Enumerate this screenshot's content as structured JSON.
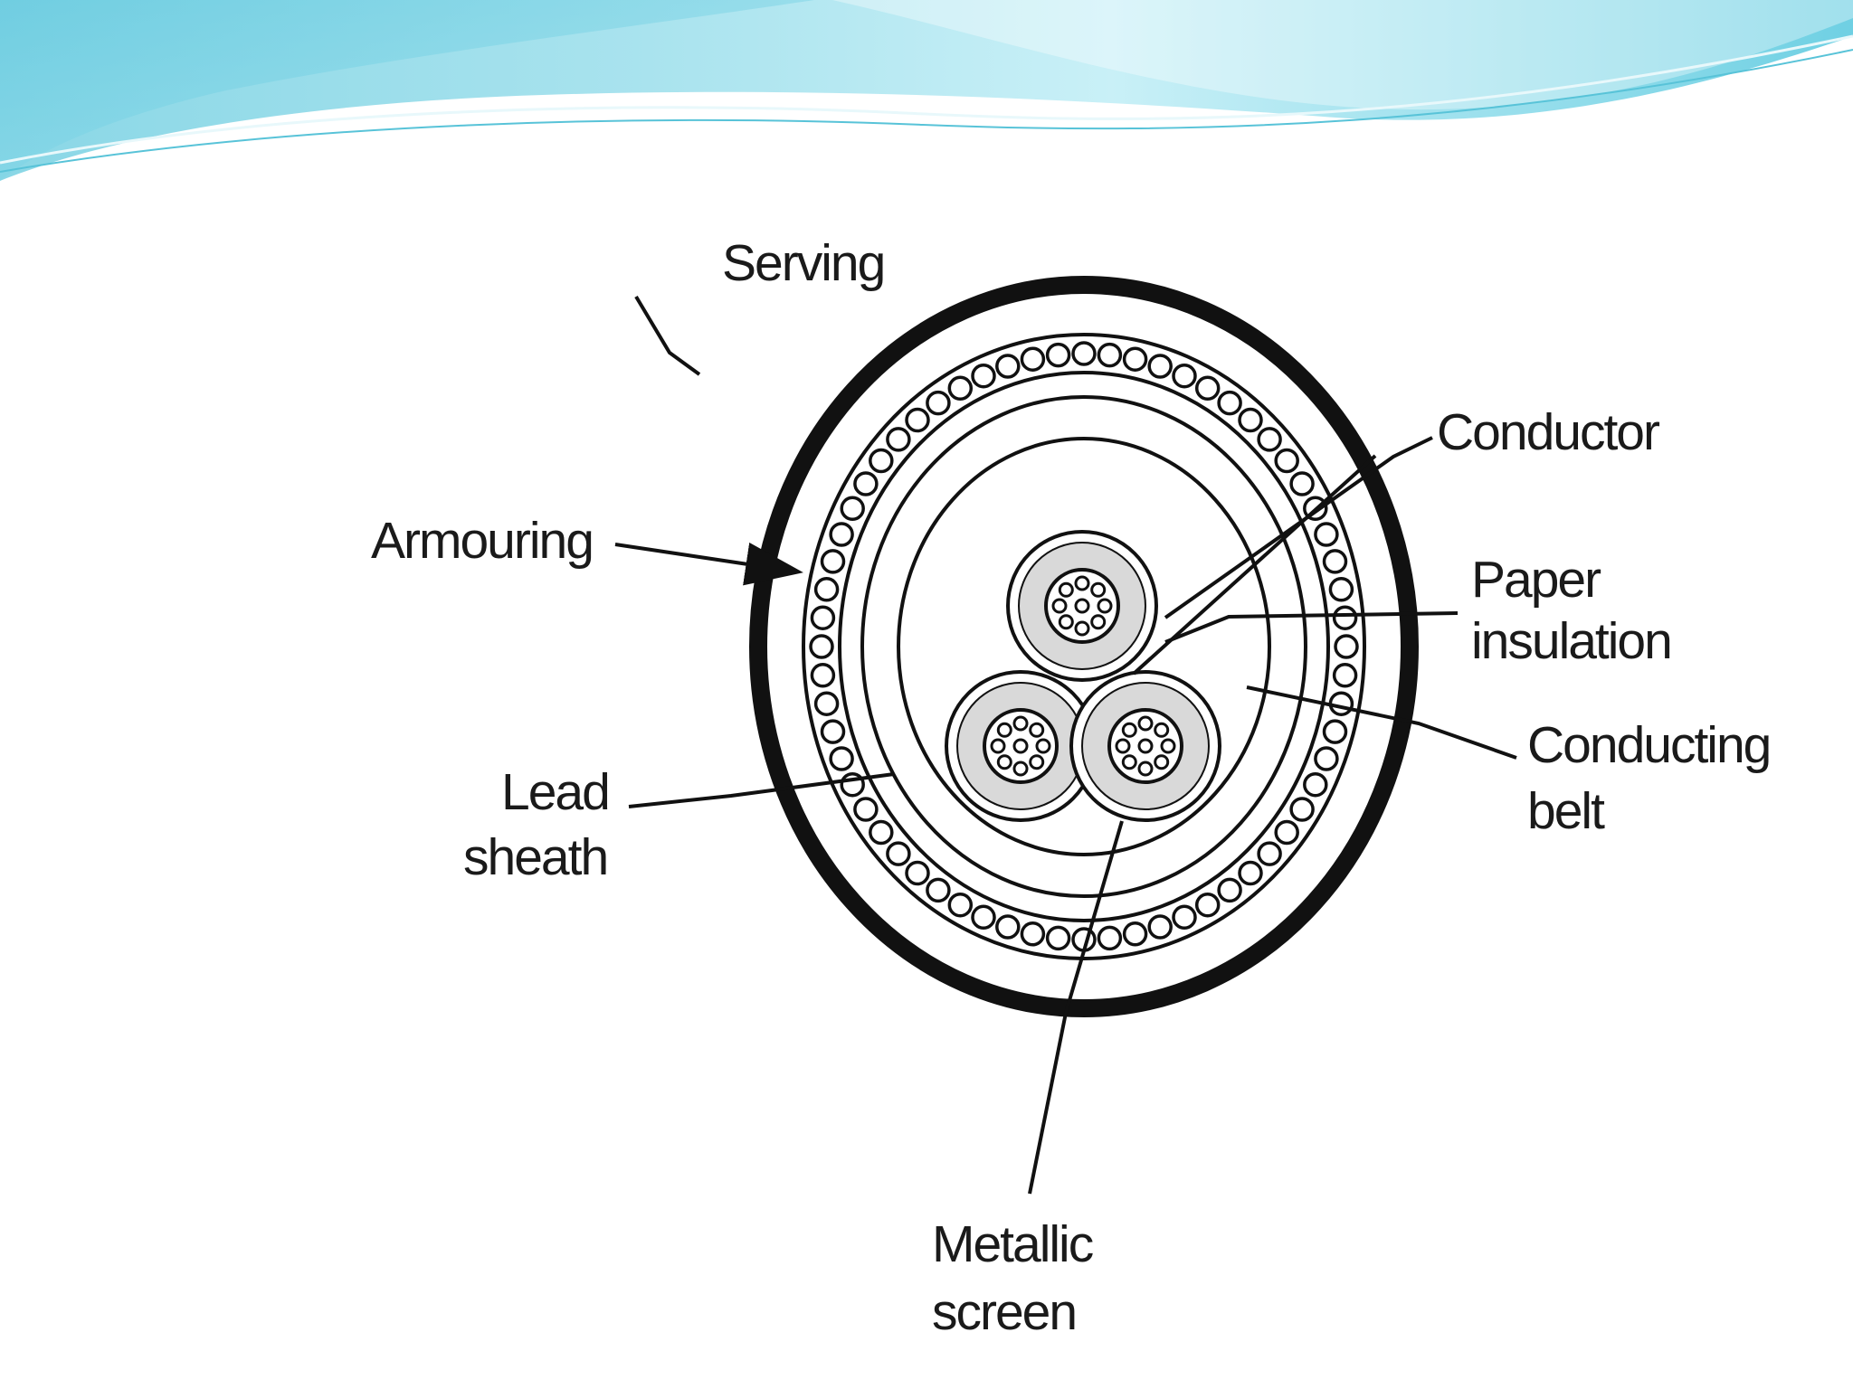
{
  "diagram": {
    "labels": {
      "serving": "Serving",
      "conductor": "Conductor",
      "armouring": "Armouring",
      "paper_line1": "Paper",
      "paper_line2": "insulation",
      "conducting_line1": "Conducting",
      "conducting_line2": "belt",
      "lead_line1": "Lead",
      "lead_line2": "sheath",
      "metallic_line1": "Metallic",
      "metallic_line2": "screen"
    }
  },
  "colors": {
    "header_teal_dark": "#4fc8dc",
    "header_teal_light": "#bfeef6",
    "line": "#111111",
    "conductor_fill": "#d9d9d9"
  },
  "icon_names": [
    "cable-cross-section"
  ]
}
